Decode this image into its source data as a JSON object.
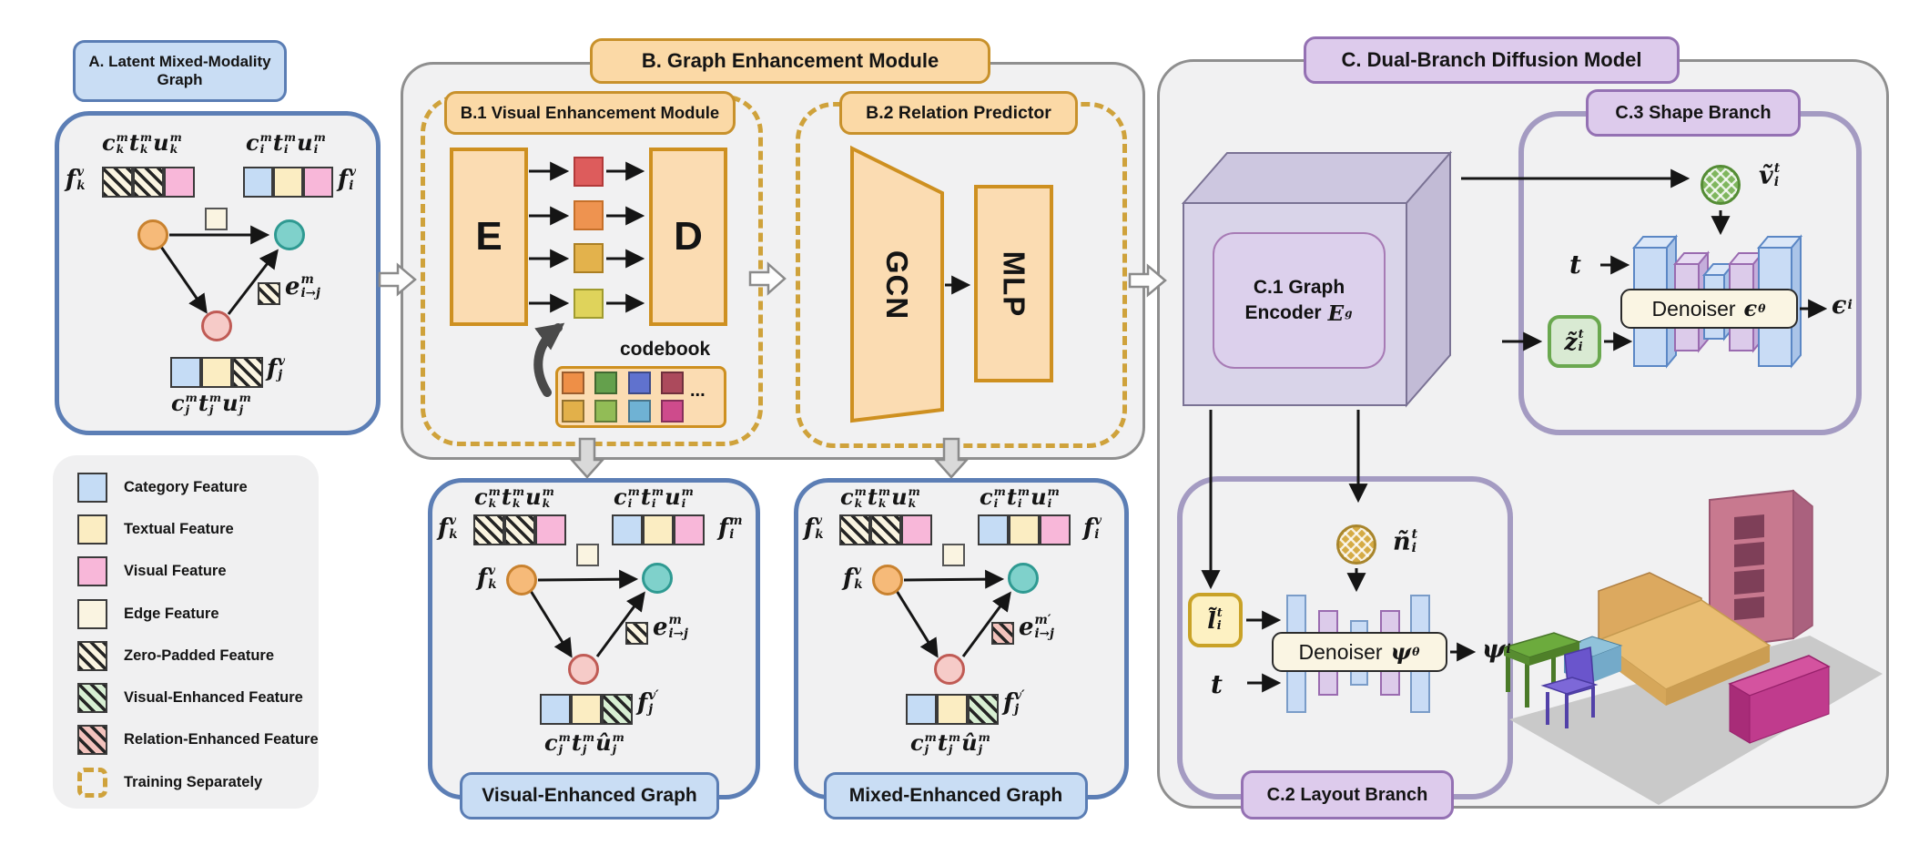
{
  "figure": {
    "background": "#ffffff",
    "panel_fill": "#f1f1f2"
  },
  "palette": {
    "blue_label_fill": "#c9ddf4",
    "blue_border": "#5a7db4",
    "orange_fill": "#fbd9a6",
    "orange_border": "#c8912b",
    "purple_fill": "#ddcbec",
    "purple_border": "#9471b3",
    "gray_border": "#8f8f8f",
    "dashed_gold": "#cfa23b",
    "category_feature": "#c5dcf5",
    "textual_feature": "#fbedc2",
    "visual_feature": "#f8b7d9",
    "edge_feature": "#faf4e1",
    "visual_enhanced_feature": "#d8efd3",
    "relation_enhanced_feature": "#f3c3bd",
    "node_orange": "#f6ba79",
    "node_teal": "#7fd1cb",
    "node_pink": "#f6cbc8"
  },
  "sectionA": {
    "header": "A. Latent Mixed-Modality Graph"
  },
  "sectionB": {
    "header": "B. Graph Enhancement Module",
    "b1_header": "B.1 Visual Enhancement Module",
    "b2_header": "B.2 Relation Predictor",
    "encoder": "E",
    "decoder": "D",
    "gcn": "GCN",
    "mlp": "MLP",
    "codebook": "codebook",
    "dots": "..."
  },
  "sectionC": {
    "header": "C. Dual-Branch Diffusion Model",
    "c1_line1": "C.1 Graph",
    "c1_line2": "Encoder",
    "c2_header": "C.2 Layout Branch",
    "c3_header": "C.3 Shape Branch",
    "denoiser": "Denoiser"
  },
  "graphs": {
    "visual_enhanced_label": "Visual-Enhanced Graph",
    "mixed_enhanced_label": "Mixed-Enhanced Graph"
  },
  "legend": {
    "items": [
      {
        "label": "Category Feature",
        "swatch": "category"
      },
      {
        "label": "Textual Feature",
        "swatch": "textual"
      },
      {
        "label": "Visual Feature",
        "swatch": "visual"
      },
      {
        "label": "Edge Feature",
        "swatch": "edge"
      },
      {
        "label": "Zero-Padded Feature",
        "swatch": "hatch-cream"
      },
      {
        "label": "Visual-Enhanced Feature",
        "swatch": "hatch-green"
      },
      {
        "label": "Relation-Enhanced Feature",
        "swatch": "hatch-red"
      },
      {
        "label": "Training Separately",
        "swatch": "dashed-gold"
      }
    ]
  },
  "math": {
    "t": "t",
    "fkv": [
      [
        "f",
        "v",
        "k"
      ]
    ],
    "fiv": [
      [
        "f",
        "v",
        "i"
      ]
    ],
    "fim": [
      [
        "f",
        "m",
        "i"
      ]
    ],
    "fjv": [
      [
        "f",
        "v",
        "j"
      ]
    ],
    "fjvp": [
      [
        "f",
        "v′",
        "j"
      ]
    ],
    "veck": [
      [
        "c",
        "m",
        "k"
      ],
      [
        "t",
        "m",
        "k"
      ],
      [
        "u",
        "m",
        "k"
      ]
    ],
    "veci": [
      [
        "c",
        "m",
        "i"
      ],
      [
        "t",
        "m",
        "i"
      ],
      [
        "u",
        "m",
        "i"
      ]
    ],
    "vecj": [
      [
        "c",
        "m",
        "j"
      ],
      [
        "t",
        "m",
        "j"
      ],
      [
        "u",
        "m",
        "j"
      ]
    ],
    "vecjhat": [
      [
        "c",
        "m",
        "j"
      ],
      [
        "t",
        "m",
        "j"
      ],
      [
        "û",
        "m",
        "j"
      ]
    ],
    "edgem": [
      [
        "e",
        "m",
        "i→j"
      ]
    ],
    "edgemp": [
      [
        "e",
        "m′",
        "i→j"
      ]
    ],
    "Eg": [
      [
        "E",
        "",
        "g"
      ]
    ],
    "vt": [
      [
        "ṽ",
        "t",
        "i"
      ]
    ],
    "zt": [
      [
        "z̃",
        "t",
        "i"
      ]
    ],
    "nt": [
      [
        "ñ",
        "t",
        "i"
      ]
    ],
    "lt": [
      [
        "l̃",
        "t",
        "i"
      ]
    ],
    "epstheta": [
      [
        "ϵ",
        "",
        "θ"
      ]
    ],
    "epsi": [
      [
        "ϵ",
        "",
        "i"
      ]
    ],
    "psitheta": [
      [
        "ψ",
        "",
        "θ"
      ]
    ],
    "psii": [
      [
        "ψ",
        "",
        "i"
      ]
    ]
  }
}
